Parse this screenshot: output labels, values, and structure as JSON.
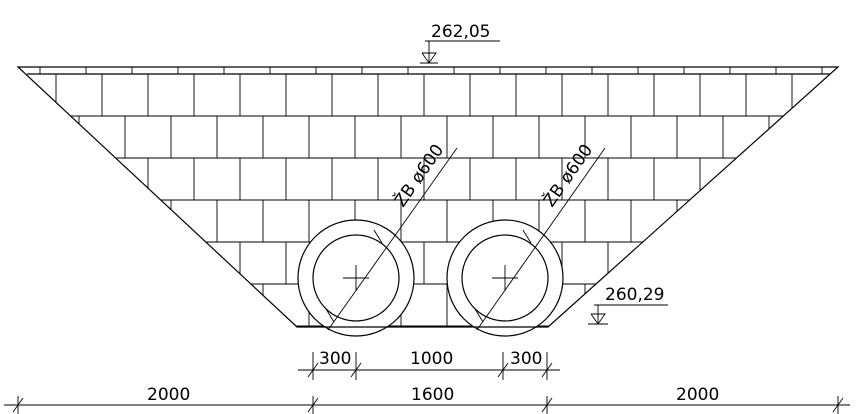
{
  "elevations": {
    "top": "262,05",
    "bottom": "260,29"
  },
  "pipes": {
    "left_label": "ŽB ø600",
    "right_label": "ŽB ø600"
  },
  "dimensions": {
    "inner": [
      "300",
      "1000",
      "300"
    ],
    "outer": [
      "2000",
      "1600",
      "2000"
    ]
  }
}
